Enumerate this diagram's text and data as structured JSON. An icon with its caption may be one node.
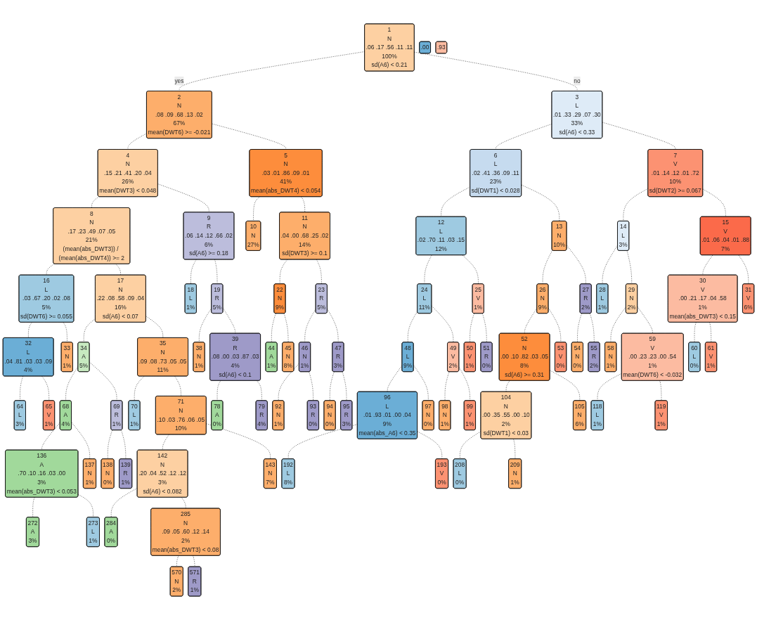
{
  "diagram": {
    "nodes": [
      {
        "text": [
          "1",
          "N",
          ".06 .17 .56 .11 .11",
          "100%",
          "sd(A6) < 0.21"
        ]
      },
      {
        "text": [
          "2",
          "N",
          ".08 .09 .68 .13 .02",
          "67%",
          "mean(DWT6) >= -0.021"
        ]
      },
      {
        "text": [
          "3",
          "L",
          ".01 .33 .29 .07 .30",
          "33%",
          "sd(A6) < 0.33"
        ]
      },
      {
        "text": [
          "4",
          "N",
          ".15 .21 .41 .20 .04",
          "26%",
          "mean(DWT3) < 0.048"
        ]
      },
      {
        "text": [
          "5",
          "N",
          ".03 .01 .86 .09 .01",
          "41%",
          "mean(abs_DWT4) < 0.054"
        ]
      },
      {
        "text": [
          "6",
          "L",
          ".02 .41 .36 .09 .11",
          "23%",
          "sd(DWT1) < 0.028"
        ]
      },
      {
        "text": [
          "7",
          "V",
          ".01 .14 .12 .01 .72",
          "10%",
          "sd(DWT2) >= 0.067"
        ]
      },
      {
        "text": [
          "8",
          "N",
          ".17 .23 .49 .07 .05",
          "21%",
          "(mean(abs_DWT3)) / (mean(abs_DWT4)) >= 2"
        ]
      },
      {
        "text": [
          "9",
          "R",
          ".06 .14 .12 .66 .02",
          "6%",
          "sd(A6) >= 0.18"
        ]
      },
      {
        "text": [
          "11",
          "N",
          ".04 .00 .68 .25 .02",
          "14%",
          "sd(DWT3) >= 0.1"
        ]
      },
      {
        "text": [
          "12",
          "L",
          ".02 .70 .11 .03 .15",
          "12%"
        ]
      },
      {
        "text": [
          "13",
          "N",
          "10%"
        ]
      },
      {
        "text": [
          "14",
          "L",
          "3%"
        ]
      },
      {
        "text": [
          "15",
          "V",
          ".01 .06 .04 .01 .88",
          "7%"
        ]
      },
      {
        "text": [
          "16",
          "L",
          ".03 .67 .20 .02 .08",
          "5%",
          "sd(DWT6) >= 0.055"
        ]
      },
      {
        "text": [
          "17",
          "N",
          ".22 .08 .58 .09 .04",
          "16%",
          "sd(A6) < 0.07"
        ]
      },
      {
        "text": [
          "19",
          "R",
          "5%"
        ]
      },
      {
        "text": [
          "22",
          "N",
          "9%"
        ]
      },
      {
        "text": [
          "23",
          "R",
          "5%"
        ]
      },
      {
        "text": [
          "24",
          "L",
          "11%"
        ]
      },
      {
        "text": [
          "25",
          "V",
          "1%"
        ]
      },
      {
        "text": [
          "26",
          "N",
          "9%"
        ]
      },
      {
        "text": [
          "27",
          "R",
          "2%"
        ]
      },
      {
        "text": [
          "29",
          "N",
          "2%"
        ]
      },
      {
        "text": [
          "30",
          "V",
          ".00 .21 .17 .04 .58",
          "1%",
          "mean(abs_DWT3) < 0.15"
        ]
      },
      {
        "text": [
          "32",
          "L",
          ".04 .81 .03 .03 .09",
          "4%"
        ]
      },
      {
        "text": [
          "34",
          "A",
          "5%"
        ]
      },
      {
        "text": [
          "35",
          "N",
          ".09 .08 .73 .05 .05",
          "11%"
        ]
      },
      {
        "text": [
          "39",
          "R",
          ".08 .00 .03 .87 .03",
          "4%",
          "sd(A6) < 0.1"
        ]
      },
      {
        "text": [
          "46",
          "N",
          "1%"
        ]
      },
      {
        "text": [
          "47",
          "R",
          "3%"
        ]
      },
      {
        "text": [
          "48",
          "L",
          "9%"
        ]
      },
      {
        "text": [
          "49",
          "V",
          "2%"
        ]
      },
      {
        "text": [
          "52",
          "N",
          ".00 .10 .82 .03 .05",
          "8%",
          "sd(A6) >= 0.31"
        ]
      },
      {
        "text": [
          "59",
          "V",
          ".00 .23 .23 .00 .54",
          "1%",
          "mean(DWT6) < -0.032"
        ]
      },
      {
        "text": [
          "68",
          "A",
          "4%"
        ]
      },
      {
        "text": [
          "69",
          "R",
          "1%"
        ]
      },
      {
        "text": [
          "71",
          "N",
          ".10 .03 .76 .06 .05",
          "10%"
        ]
      },
      {
        "text": [
          "96",
          "L",
          ".01 .93 .01 .00 .04",
          "9%",
          "mean(abs_A6) < 0.35"
        ]
      },
      {
        "text": [
          "104",
          "N",
          ".00 .35 .55 .00 .10",
          "2%",
          "sd(DWT1) < 0.03"
        ]
      },
      {
        "text": [
          "136",
          "A",
          ".70 .10 .16 .03 .00",
          "3%",
          "mean(abs_DWT3) < 0.053"
        ]
      },
      {
        "text": [
          "142",
          "N",
          ".20 .04 .52 .12 .12",
          "3%",
          "sd(A6) < 0.082"
        ]
      },
      {
        "text": [
          "285",
          "N",
          ".09 .05 .60 .12 .14",
          "2%",
          "mean(abs_DWT3) < 0.08"
        ]
      },
      {
        "text": [
          ".00"
        ]
      },
      {
        "text": [
          ".93"
        ]
      },
      {
        "text": [
          "64",
          "L",
          "3%"
        ]
      },
      {
        "text": [
          "65",
          "V",
          "1%"
        ]
      },
      {
        "text": [
          "33",
          "N",
          "1%"
        ]
      },
      {
        "text": [
          "272",
          "A",
          "3%"
        ]
      },
      {
        "text": [
          "273",
          "L",
          "1%"
        ]
      },
      {
        "text": [
          "137",
          "N",
          "1%"
        ]
      },
      {
        "text": [
          "138",
          "N",
          "0%"
        ]
      },
      {
        "text": [
          "139",
          "R",
          "1%"
        ]
      },
      {
        "text": [
          "70",
          "L",
          "1%"
        ]
      },
      {
        "text": [
          "284",
          "A",
          "0%"
        ]
      },
      {
        "text": [
          "570",
          "N",
          "2%"
        ]
      },
      {
        "text": [
          "571",
          "R",
          "1%"
        ]
      },
      {
        "text": [
          "143",
          "N",
          "7%"
        ]
      },
      {
        "text": [
          "18",
          "L",
          "1%"
        ]
      },
      {
        "text": [
          "38",
          "N",
          "1%"
        ]
      },
      {
        "text": [
          "78",
          "A",
          "0%"
        ]
      },
      {
        "text": [
          "79",
          "R",
          "4%"
        ]
      },
      {
        "text": [
          "10",
          "N",
          "27%"
        ]
      },
      {
        "text": [
          "44",
          "A",
          "1%"
        ]
      },
      {
        "text": [
          "45",
          "N",
          "8%"
        ]
      },
      {
        "text": [
          "92",
          "N",
          "1%"
        ]
      },
      {
        "text": [
          "93",
          "R",
          "0%"
        ]
      },
      {
        "text": [
          "94",
          "N",
          "0%"
        ]
      },
      {
        "text": [
          "95",
          "R",
          "3%"
        ]
      },
      {
        "text": [
          "192",
          "L",
          "8%"
        ]
      },
      {
        "text": [
          "193",
          "V",
          "0%"
        ]
      },
      {
        "text": [
          "97",
          "N",
          "0%"
        ]
      },
      {
        "text": [
          "98",
          "N",
          "1%"
        ]
      },
      {
        "text": [
          "99",
          "V",
          "1%"
        ]
      },
      {
        "text": [
          "50",
          "V",
          "1%"
        ]
      },
      {
        "text": [
          "51",
          "R",
          "0%"
        ]
      },
      {
        "text": [
          "208",
          "L",
          "0%"
        ]
      },
      {
        "text": [
          "209",
          "N",
          "1%"
        ]
      },
      {
        "text": [
          "105",
          "N",
          "6%"
        ]
      },
      {
        "text": [
          "53",
          "V",
          "0%"
        ]
      },
      {
        "text": [
          "54",
          "N",
          "0%"
        ]
      },
      {
        "text": [
          "55",
          "R",
          "2%"
        ]
      },
      {
        "text": [
          "28",
          "L",
          "1%"
        ]
      },
      {
        "text": [
          "58",
          "N",
          "1%"
        ]
      },
      {
        "text": [
          "118",
          "L",
          "1%"
        ]
      },
      {
        "text": [
          "119",
          "V",
          "1%"
        ]
      },
      {
        "text": [
          "60",
          "L",
          "0%"
        ]
      },
      {
        "text": [
          "61",
          "V",
          "1%"
        ]
      },
      {
        "text": [
          "31",
          "V",
          "6%"
        ]
      }
    ],
    "edges": [
      {
        "from": 0,
        "to": 1,
        "arrow": "none",
        "style": "dashed",
        "label": "yes"
      },
      {
        "from": 0,
        "to": 2,
        "arrow": "none",
        "style": "dashed",
        "label": "no"
      },
      {
        "from": 1,
        "to": 3,
        "arrow": "none",
        "style": "dashed"
      },
      {
        "from": 1,
        "to": 4,
        "arrow": "none",
        "style": "dashed"
      },
      {
        "from": 2,
        "to": 5,
        "arrow": "none",
        "style": "dashed"
      },
      {
        "from": 2,
        "to": 6,
        "arrow": "none",
        "style": "dashed"
      },
      {
        "from": 3,
        "to": 7,
        "arrow": "none",
        "style": "dashed"
      },
      {
        "from": 3,
        "to": 8,
        "arrow": "none",
        "style": "dashed"
      },
      {
        "from": 4,
        "to": 62,
        "arrow": "none",
        "style": "dashed"
      },
      {
        "from": 4,
        "to": 9,
        "arrow": "none",
        "style": "dashed"
      },
      {
        "from": 5,
        "to": 10,
        "arrow": "none",
        "style": "dashed"
      },
      {
        "from": 5,
        "to": 11,
        "arrow": "none",
        "style": "dashed"
      },
      {
        "from": 6,
        "to": 12,
        "arrow": "none",
        "style": "dashed"
      },
      {
        "from": 6,
        "to": 13,
        "arrow": "none",
        "style": "dashed"
      },
      {
        "from": 7,
        "to": 14,
        "arrow": "none",
        "style": "dashed"
      },
      {
        "from": 7,
        "to": 15,
        "arrow": "none",
        "style": "dashed"
      },
      {
        "from": 8,
        "to": 58,
        "arrow": "none",
        "style": "dashed"
      },
      {
        "from": 8,
        "to": 16,
        "arrow": "none",
        "style": "dashed"
      },
      {
        "from": 9,
        "to": 17,
        "arrow": "none",
        "style": "dashed"
      },
      {
        "from": 9,
        "to": 18,
        "arrow": "none",
        "style": "dashed"
      },
      {
        "from": 10,
        "to": 19,
        "arrow": "none",
        "style": "dashed"
      },
      {
        "from": 10,
        "to": 20,
        "arrow": "none",
        "style": "dashed"
      },
      {
        "from": 11,
        "to": 21,
        "arrow": "none",
        "style": "dashed"
      },
      {
        "from": 11,
        "to": 22,
        "arrow": "none",
        "style": "dashed"
      },
      {
        "from": 12,
        "to": 82,
        "arrow": "none",
        "style": "dashed"
      },
      {
        "from": 12,
        "to": 23,
        "arrow": "none",
        "style": "dashed"
      },
      {
        "from": 13,
        "to": 24,
        "arrow": "none",
        "style": "dashed"
      },
      {
        "from": 13,
        "to": 88,
        "arrow": "none",
        "style": "dashed"
      },
      {
        "from": 14,
        "to": 25,
        "arrow": "none",
        "style": "dashed"
      },
      {
        "from": 14,
        "to": 47,
        "arrow": "none",
        "style": "dashed"
      },
      {
        "from": 15,
        "to": 26,
        "arrow": "none",
        "style": "dashed"
      },
      {
        "from": 15,
        "to": 27,
        "arrow": "none",
        "style": "dashed"
      },
      {
        "from": 16,
        "to": 59,
        "arrow": "none",
        "style": "dashed"
      },
      {
        "from": 16,
        "to": 28,
        "arrow": "none",
        "style": "dashed"
      },
      {
        "from": 17,
        "to": 63,
        "arrow": "none",
        "style": "dashed"
      },
      {
        "from": 17,
        "to": 64,
        "arrow": "none",
        "style": "dashed"
      },
      {
        "from": 18,
        "to": 29,
        "arrow": "none",
        "style": "dashed"
      },
      {
        "from": 18,
        "to": 30,
        "arrow": "none",
        "style": "dashed"
      },
      {
        "from": 19,
        "to": 31,
        "arrow": "none",
        "style": "dashed"
      },
      {
        "from": 19,
        "to": 32,
        "arrow": "none",
        "style": "dashed"
      },
      {
        "from": 20,
        "to": 74,
        "arrow": "none",
        "style": "dashed"
      },
      {
        "from": 20,
        "to": 75,
        "arrow": "none",
        "style": "dashed"
      },
      {
        "from": 21,
        "to": 33,
        "arrow": "none",
        "style": "dashed"
      },
      {
        "from": 21,
        "to": 79,
        "arrow": "none",
        "style": "dashed"
      },
      {
        "from": 22,
        "to": 80,
        "arrow": "none",
        "style": "dashed"
      },
      {
        "from": 22,
        "to": 81,
        "arrow": "none",
        "style": "dashed"
      },
      {
        "from": 23,
        "to": 83,
        "arrow": "none",
        "style": "dashed"
      },
      {
        "from": 23,
        "to": 34,
        "arrow": "none",
        "style": "dashed"
      },
      {
        "from": 24,
        "to": 86,
        "arrow": "none",
        "style": "dashed"
      },
      {
        "from": 24,
        "to": 87,
        "arrow": "none",
        "style": "dashed"
      },
      {
        "from": 25,
        "to": 45,
        "arrow": "none",
        "style": "dashed"
      },
      {
        "from": 25,
        "to": 46,
        "arrow": "none",
        "style": "dashed"
      },
      {
        "from": 26,
        "to": 35,
        "arrow": "none",
        "style": "dashed"
      },
      {
        "from": 26,
        "to": 36,
        "arrow": "none",
        "style": "dashed"
      },
      {
        "from": 27,
        "to": 53,
        "arrow": "none",
        "style": "dashed"
      },
      {
        "from": 27,
        "to": 37,
        "arrow": "none",
        "style": "dashed"
      },
      {
        "from": 28,
        "to": 60,
        "arrow": "none",
        "style": "dashed"
      },
      {
        "from": 28,
        "to": 61,
        "arrow": "none",
        "style": "dashed"
      },
      {
        "from": 29,
        "to": 65,
        "arrow": "none",
        "style": "dashed"
      },
      {
        "from": 29,
        "to": 66,
        "arrow": "none",
        "style": "dashed"
      },
      {
        "from": 30,
        "to": 67,
        "arrow": "none",
        "style": "dashed"
      },
      {
        "from": 30,
        "to": 68,
        "arrow": "none",
        "style": "dashed"
      },
      {
        "from": 31,
        "to": 38,
        "arrow": "none",
        "style": "dashed"
      },
      {
        "from": 31,
        "to": 71,
        "arrow": "none",
        "style": "dashed"
      },
      {
        "from": 32,
        "to": 72,
        "arrow": "none",
        "style": "dashed"
      },
      {
        "from": 32,
        "to": 73,
        "arrow": "none",
        "style": "dashed"
      },
      {
        "from": 33,
        "to": 39,
        "arrow": "none",
        "style": "dashed"
      },
      {
        "from": 33,
        "to": 78,
        "arrow": "none",
        "style": "dashed"
      },
      {
        "from": 34,
        "to": 84,
        "arrow": "none",
        "style": "dashed"
      },
      {
        "from": 34,
        "to": 85,
        "arrow": "none",
        "style": "dashed"
      },
      {
        "from": 35,
        "to": 40,
        "arrow": "none",
        "style": "dashed"
      },
      {
        "from": 35,
        "to": 50,
        "arrow": "none",
        "style": "dashed"
      },
      {
        "from": 36,
        "to": 51,
        "arrow": "none",
        "style": "dashed"
      },
      {
        "from": 36,
        "to": 52,
        "arrow": "none",
        "style": "dashed"
      },
      {
        "from": 37,
        "to": 41,
        "arrow": "none",
        "style": "dashed"
      },
      {
        "from": 37,
        "to": 57,
        "arrow": "none",
        "style": "dashed"
      },
      {
        "from": 38,
        "to": 69,
        "arrow": "none",
        "style": "dashed"
      },
      {
        "from": 38,
        "to": 70,
        "arrow": "none",
        "style": "dashed"
      },
      {
        "from": 39,
        "to": 76,
        "arrow": "none",
        "style": "dashed"
      },
      {
        "from": 39,
        "to": 77,
        "arrow": "none",
        "style": "dashed"
      },
      {
        "from": 40,
        "to": 48,
        "arrow": "none",
        "style": "dashed"
      },
      {
        "from": 40,
        "to": 49,
        "arrow": "none",
        "style": "dashed"
      },
      {
        "from": 41,
        "to": 54,
        "arrow": "none",
        "style": "dashed"
      },
      {
        "from": 41,
        "to": 42,
        "arrow": "none",
        "style": "dashed"
      },
      {
        "from": 42,
        "to": 55,
        "arrow": "none",
        "style": "dashed"
      },
      {
        "from": 42,
        "to": 56,
        "arrow": "none",
        "style": "dashed"
      }
    ]
  }
}
